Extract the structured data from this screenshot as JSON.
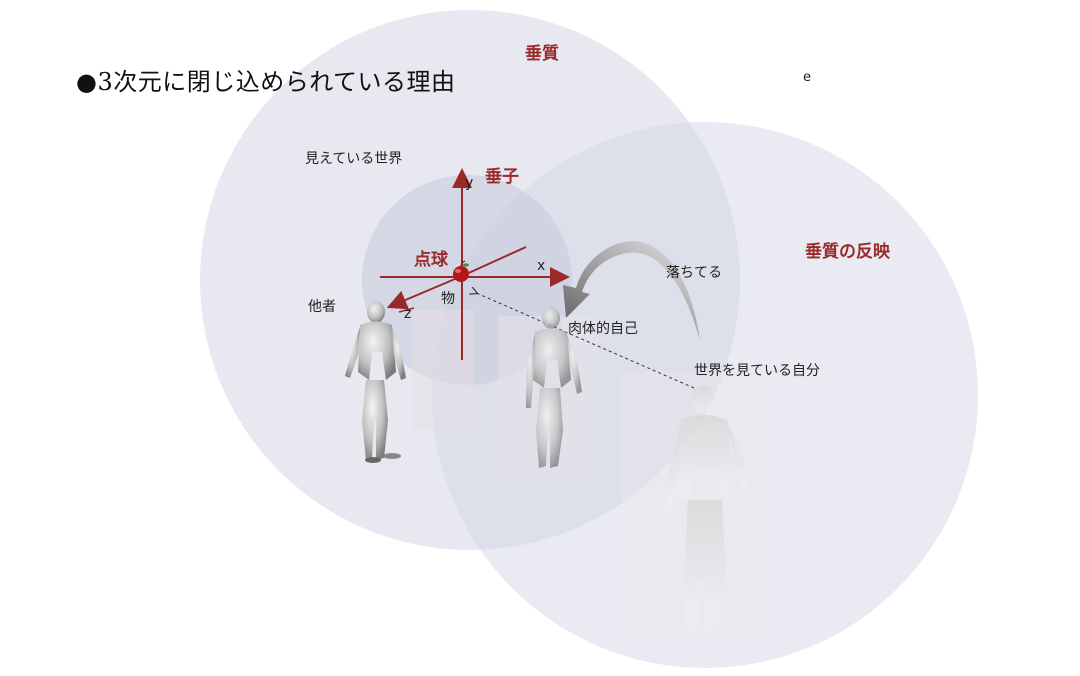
{
  "title": "●3次元に閉じ込められている理由",
  "labels": {
    "suishitsu": "垂質",
    "suishi": "垂子",
    "hanei": "垂質の反映",
    "tenkyu": "点球",
    "mieteiru_sekai": "見えている世界",
    "tasha": "他者",
    "mono": "物",
    "nikutai": "肉体的自己",
    "ochiteru": "落ちてる",
    "jibun": "世界を見ている自分",
    "stray_e": "e"
  },
  "axes": {
    "x": "x",
    "y": "y",
    "z": "z"
  },
  "colors": {
    "accent": "#9a2a2a",
    "circle_fill": "#d3d6e4",
    "arrow_gray": "#6e6e6e"
  },
  "icons": [
    "apple-icon",
    "human-figure"
  ]
}
